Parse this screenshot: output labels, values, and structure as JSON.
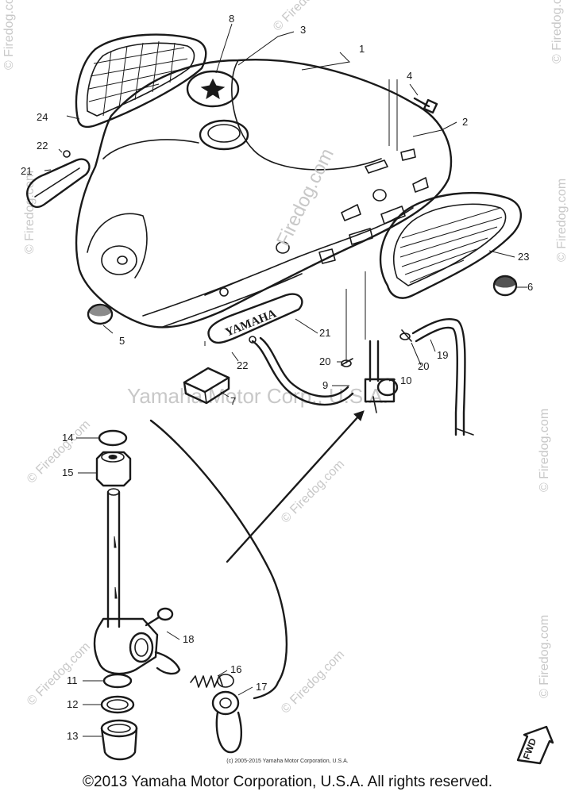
{
  "watermarks": {
    "site": "© Firedog.com",
    "center": "Firedog.com",
    "company": "Yamaha Motor Corp., U.S.A."
  },
  "tank_badge": "YAMAHA",
  "fwd_label": "FWD",
  "callouts": [
    "1",
    "2",
    "3",
    "4",
    "5",
    "6",
    "7",
    "8",
    "9",
    "10",
    "11",
    "12",
    "13",
    "14",
    "15",
    "16",
    "17",
    "18",
    "19",
    "20",
    "20",
    "21",
    "21",
    "22",
    "22",
    "23",
    "24"
  ],
  "small_copyright": "(c) 2005-2015 Yamaha Motor Corporation, U.S.A.",
  "copyright": "©2013 Yamaha Motor Corporation, U.S.A. All rights reserved."
}
